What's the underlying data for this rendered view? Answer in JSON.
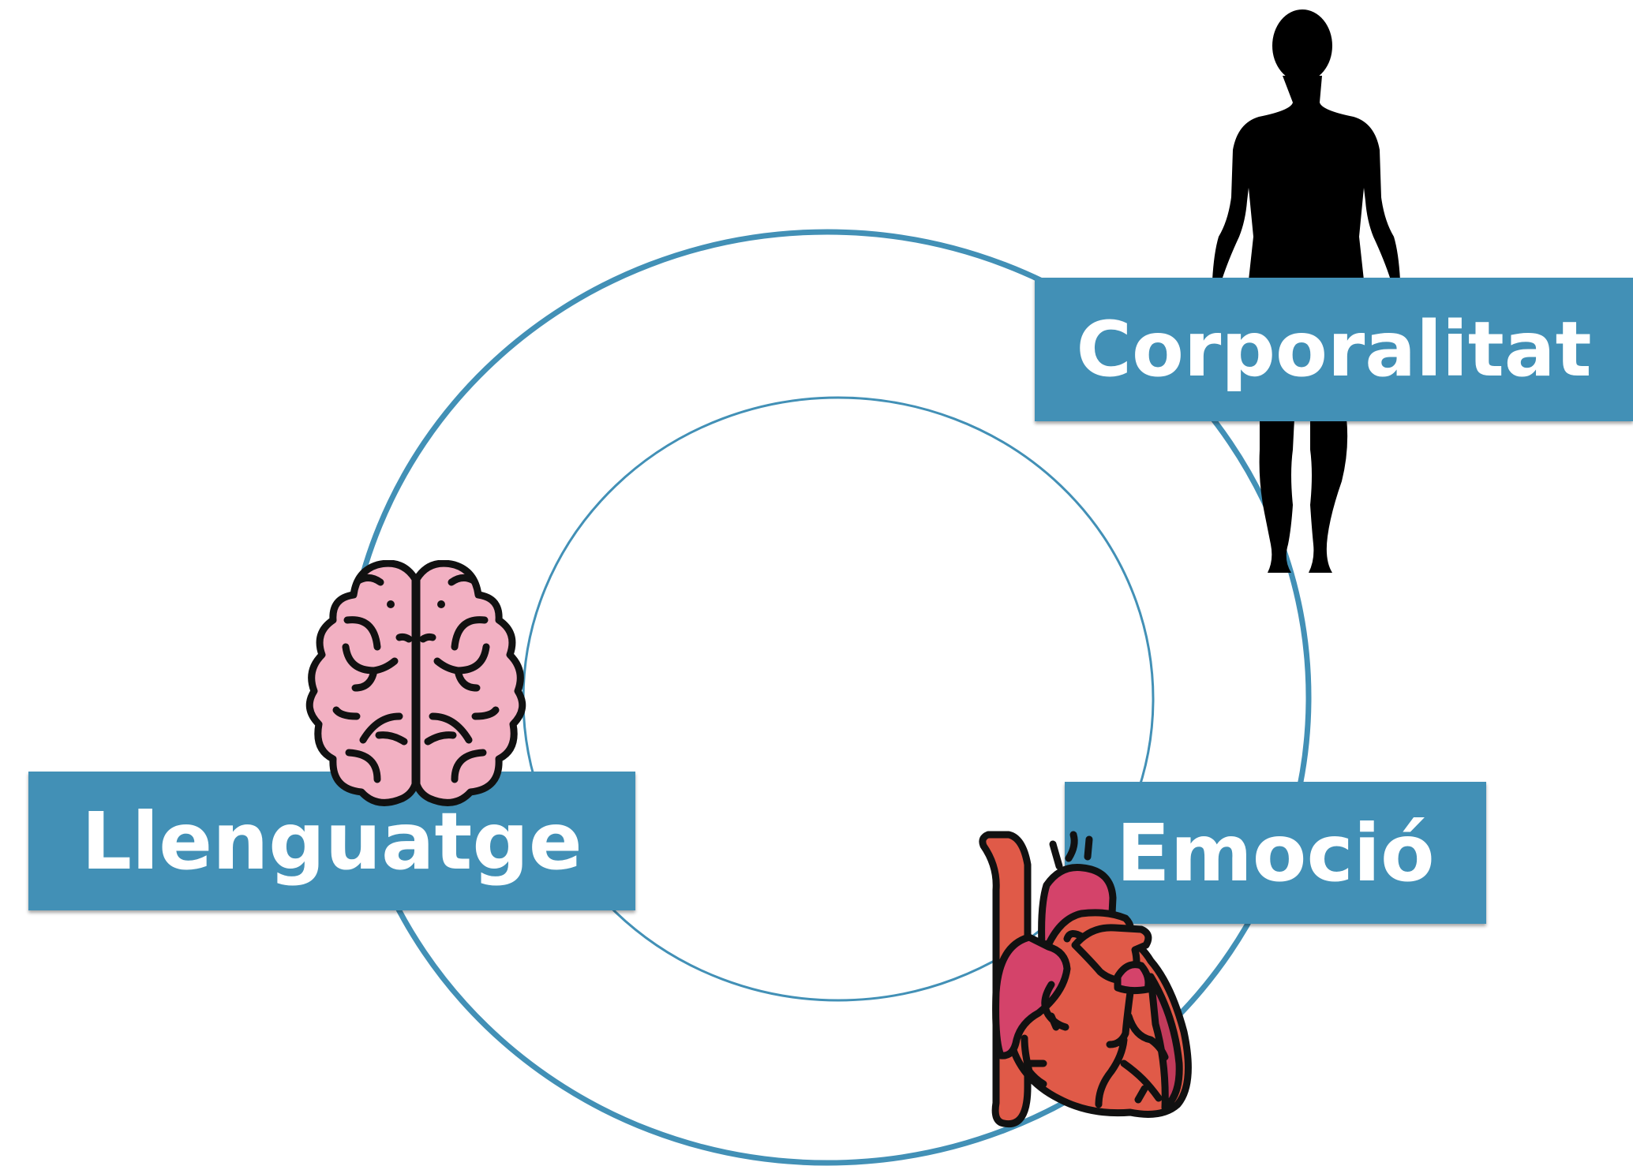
{
  "diagram": {
    "nodes": [
      {
        "id": "corporalitat",
        "label": "Corporalitat",
        "icon": "human-silhouette-icon"
      },
      {
        "id": "llenguatge",
        "label": "Llenguatge",
        "icon": "brain-icon"
      },
      {
        "id": "emocio",
        "label": "Emoció",
        "icon": "heart-icon"
      }
    ]
  },
  "colors": {
    "label_background": "#4290b6",
    "ring": "#4290b6",
    "brain": "#f2b0c2",
    "heart_red": "#e05a48",
    "heart_pink": "#d4436a",
    "outline": "#111111"
  }
}
